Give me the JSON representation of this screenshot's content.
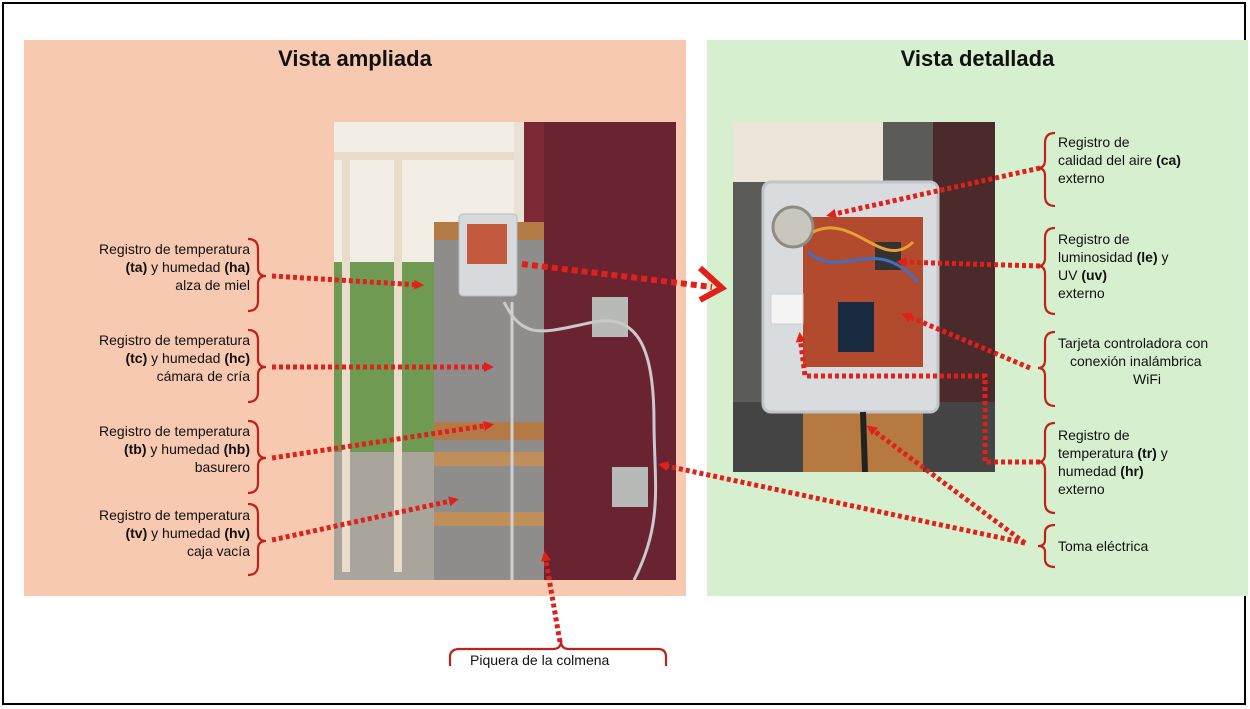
{
  "titles": {
    "left": "Vista ampliada",
    "right": "Vista detallada"
  },
  "left_labels": [
    {
      "line1": "Registro de temperatura",
      "code1": "(ta)",
      "mid": " y humedad ",
      "code2": "(ha)",
      "line3": "alza de miel"
    },
    {
      "line1": "Registro de temperatura",
      "code1": "(tc)",
      "mid": " y humedad ",
      "code2": "(hc)",
      "line3": "cámara de cría"
    },
    {
      "line1": "Registro de temperatura",
      "code1": "(tb)",
      "mid": " y humedad ",
      "code2": "(hb)",
      "line3": "basurero"
    },
    {
      "line1": "Registro de temperatura",
      "code1": "(tv)",
      "mid": " y humedad ",
      "code2": "(hv)",
      "line3": "caja vacía"
    }
  ],
  "right_labels": {
    "air": {
      "line1": "Registro de",
      "line2": "calidad del aire ",
      "code": "(ca)",
      "line3": "externo"
    },
    "light": {
      "line1": "Registro de",
      "line2": "luminosidad ",
      "code1": "(le)",
      "mid": " y",
      "line3a": "UV ",
      "code2": "(uv)",
      "line4": "externo"
    },
    "controller": {
      "line1": "Tarjeta controladora con",
      "line2": "conexión inalámbrica",
      "line3": "WiFi"
    },
    "ext_temp": {
      "line1": "Registro de",
      "line2": "temperatura ",
      "code1": "(tr)",
      "mid": " y",
      "line3": "humedad ",
      "code2": "(hr)",
      "line4": "externo"
    },
    "power": {
      "line1": "Toma eléctrica"
    }
  },
  "bottom_label": "Piquera de la colmena",
  "colors": {
    "arrow": "#e0211b",
    "bracket": "#c0211b",
    "left_panel": "#f6c9b0",
    "right_panel": "#d6f0cf"
  }
}
